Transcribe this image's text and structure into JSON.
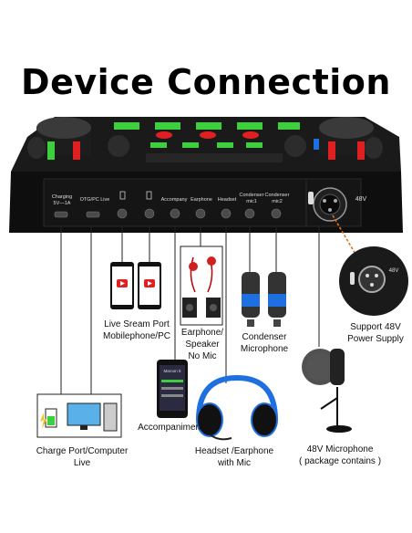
{
  "page": {
    "title": "Device Connection"
  },
  "device_panel": {
    "ports": [
      {
        "label": "Charging\n5V—1A"
      },
      {
        "label": "OTG/PC Live"
      },
      {
        "label": "Accompany"
      },
      {
        "label": "Earphone"
      },
      {
        "label": "Headset"
      },
      {
        "label": "Condenser\nmic1"
      },
      {
        "label": "Condenser\nmic2"
      }
    ],
    "voltage_label": "48V",
    "inset_voltage_label": "48V"
  },
  "captions": {
    "live_stream": "Live Sream Port\nMobilephone/PC",
    "earphone": "Earphone/\nSpeaker\nNo Mic",
    "condenser": "Condenser\nMicrophone",
    "support_48v": "Support 48V\nPower Supply",
    "accompaniment": "Accompaniment",
    "charge_port": "Charge Port/Computer\nLive",
    "headset": "Headset /Earphone\nwith Mic",
    "mic_48v": "48V Microphone\n( package contains )"
  },
  "phone_screen": {
    "title": "Maroon 5"
  },
  "colors": {
    "accent_green": "#3ecf3e",
    "accent_red": "#e02020",
    "device_body": "#121212",
    "orange_line": "#e07020",
    "headset_blue": "#1e6fe0"
  },
  "icons": [
    "youtube-icon",
    "monitor-icon",
    "battery-icon",
    "xlr-icon",
    "mic-icon",
    "headset-icon",
    "phone-icon",
    "speaker-icon",
    "earbuds-icon"
  ]
}
